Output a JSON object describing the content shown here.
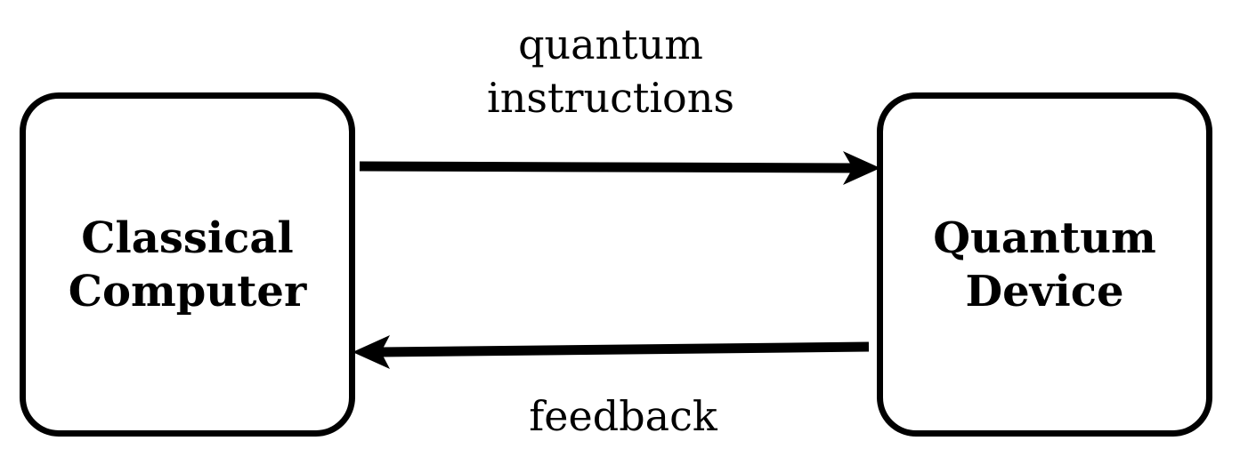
{
  "classical_box": {
    "line1": "Classical",
    "line2": "Computer"
  },
  "quantum_box": {
    "line1": "Quantum",
    "line2": "Device"
  },
  "top_label": {
    "line1": "quantum",
    "line2": "instructions"
  },
  "bottom_label": "feedback",
  "colors": {
    "stroke": "#000000",
    "background": "#ffffff"
  }
}
